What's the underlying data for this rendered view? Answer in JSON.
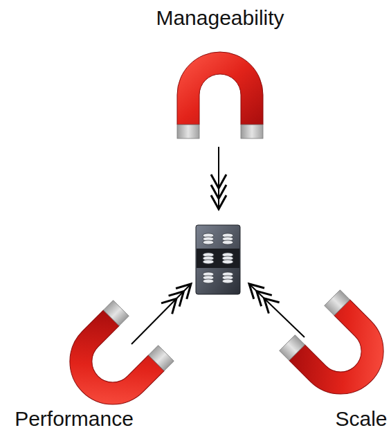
{
  "diagram": {
    "nodes": [
      {
        "text": [
          "Manageability"
        ]
      },
      {
        "text": [
          "Performance"
        ]
      },
      {
        "text": [
          "Scale"
        ]
      }
    ]
  }
}
